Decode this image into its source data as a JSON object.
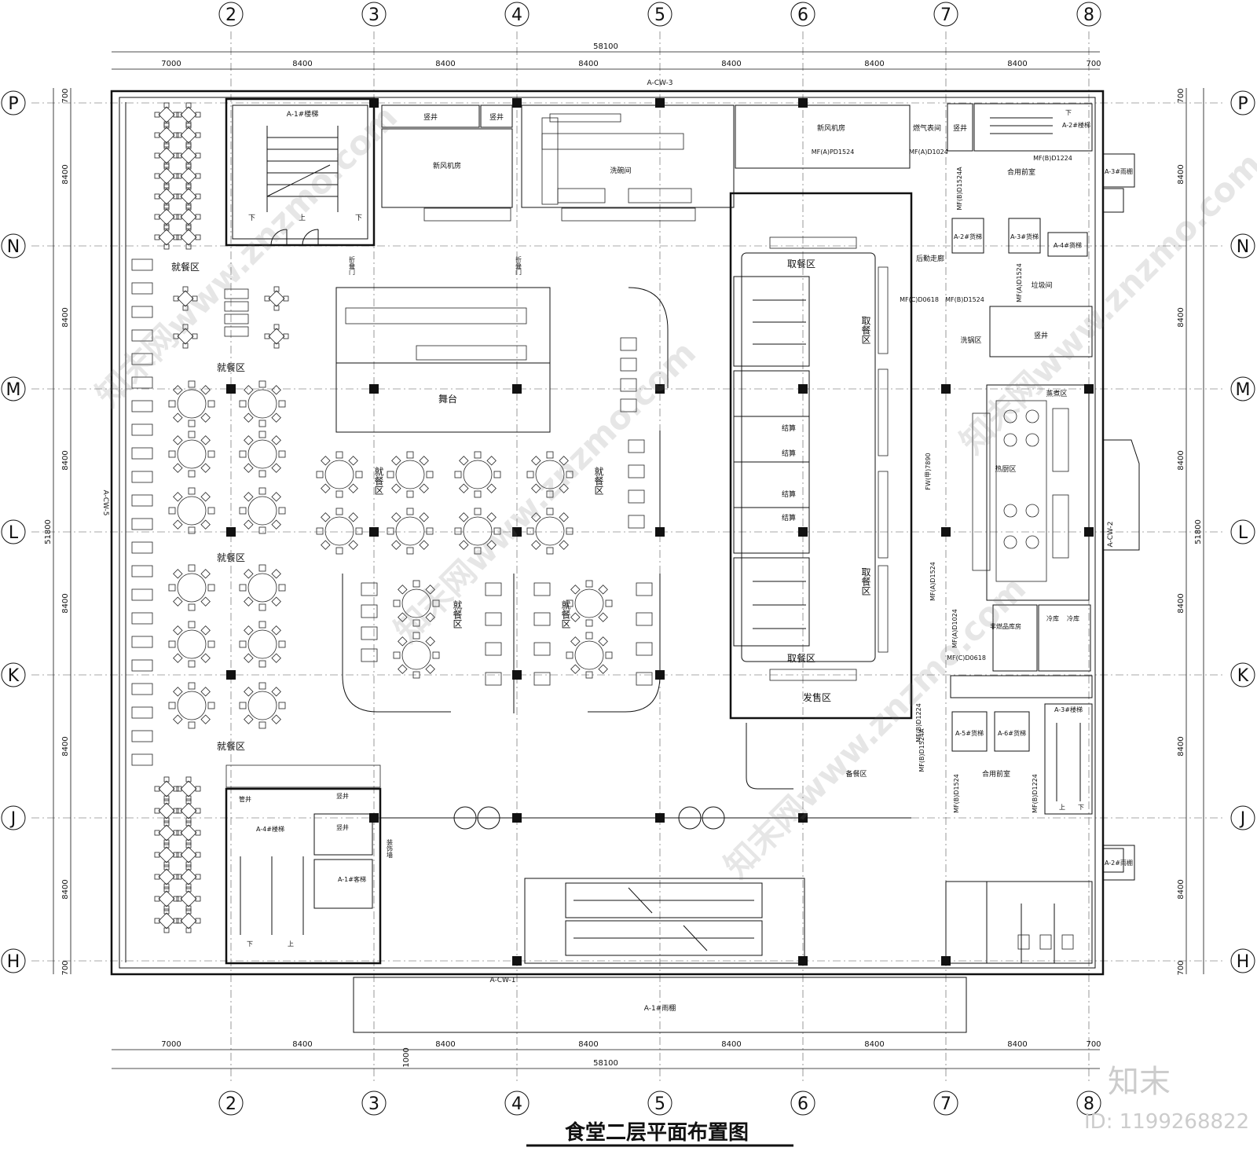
{
  "title": "食堂二层平面布置图",
  "axes": {
    "columns": [
      "2",
      "3",
      "4",
      "5",
      "6",
      "7",
      "8"
    ],
    "rows": [
      "P",
      "N",
      "M",
      "L",
      "K",
      "J",
      "H"
    ]
  },
  "dimensions": {
    "total_width": "58100",
    "top_segments": [
      "7000",
      "8400",
      "8400",
      "8400",
      "8400",
      "8400",
      "8400",
      "700"
    ],
    "bottom_segments": [
      "7000",
      "8400",
      "8400",
      "8400",
      "8400",
      "8400",
      "8400",
      "700"
    ],
    "bottom_offset": "1000",
    "total_height": "51800",
    "side_segments": [
      "700",
      "8400",
      "8400",
      "8400",
      "8400",
      "8400",
      "8400",
      "700"
    ]
  },
  "curtain_walls": {
    "top": "A-CW-3",
    "left": "A-CW-5",
    "right": "A-CW-2",
    "bottom": "A-CW-1"
  },
  "rooms": {
    "stair1": "A-1#楼梯",
    "shaft": "竖井",
    "fresh_air_left": "新风机房",
    "dish_wash": "洗碗间",
    "fresh_air_right": "新风机房",
    "gas_meter": "燃气表间",
    "stair2": "A-2#楼梯",
    "shared_lobby_top": "合用前室",
    "canopy3": "A-3#雨棚",
    "freight2": "A-2#货梯",
    "freight3": "A-3#货梯",
    "freight4": "A-4#货梯",
    "back_corridor": "后勤走廊",
    "garbage": "垃圾间",
    "pot_wash": "洗锅区",
    "steam_zone": "蒸煮区",
    "hot_kitchen": "热厨区",
    "non_fuel_store": "非燃品库房",
    "cold_store_a": "冷库",
    "cold_store_b": "冷库",
    "freight5": "A-5#货梯",
    "freight6": "A-6#货梯",
    "stair3": "A-3#楼梯",
    "shared_lobby_bottom": "合用前室",
    "canopy2": "A-2#雨棚",
    "pickup_top": "取餐区",
    "pickup_right_a": "取餐区",
    "pickup_right_b": "取餐区",
    "pickup_bottom": "取餐区",
    "checkout": "结算",
    "dispatch": "发售区",
    "prep": "备餐区",
    "stage": "舞台",
    "folding_door": "折叠门",
    "dining": "就餐区",
    "pipe_shaft": "管井",
    "stair4": "A-4#楼梯",
    "passenger1": "A-1#客梯",
    "deco_wall": "装饰墙",
    "canopy1": "A-1#雨棚",
    "up": "上",
    "down": "下"
  },
  "doors": {
    "d1": "MF(A)PD1524",
    "d2": "MF(A)D1024",
    "d3": "MF(B)D1224",
    "d4": "MF(B)D1524A",
    "d5": "MF(A)D1524",
    "d6": "MF(C)D0618",
    "d7": "MF(B)D1524",
    "d8": "MF(A)D1524",
    "d9": "MF(A)D1024",
    "d10": "MF(C)D0618",
    "d11": "MF(B)D1224",
    "d12": "MF(B)D1524A",
    "d13": "MF(B)D1524",
    "d14": "MF(B)D1224",
    "fw": "FW(甲)7890"
  },
  "watermark": {
    "text": "知末网www.znzmo.com",
    "logo": "知末",
    "id": "ID: 1199268822"
  }
}
